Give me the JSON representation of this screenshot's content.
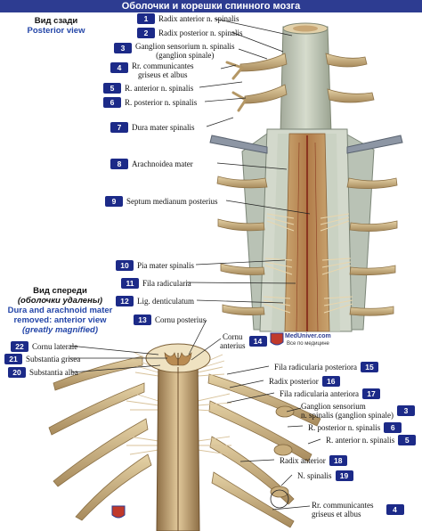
{
  "title": "Оболочки и корешки спинного мозга",
  "views": {
    "top": {
      "ru": "Вид сзади",
      "en": "Posterior view"
    },
    "bottom": {
      "ru1": "Вид спереди",
      "ru2": "(оболочки удалены)",
      "en1": "Dura and arachnoid mater",
      "en2": "removed: anterior view",
      "en3": "(greatly magnified)"
    }
  },
  "watermark": {
    "text1": "MedUniver.com",
    "text2": "Все по медицине"
  },
  "labels": [
    {
      "n": "1",
      "text": "Radix anterior n. spinalis"
    },
    {
      "n": "2",
      "text": "Radix posterior n. spinalis"
    },
    {
      "n": "3",
      "text": "Ganglion sensorium n. spinalis",
      "text2": "(ganglion spinale)"
    },
    {
      "n": "4",
      "text": "Rr. communicantes",
      "text2": "griseus et albus"
    },
    {
      "n": "5",
      "text": "R. anterior n. spinalis"
    },
    {
      "n": "6",
      "text": "R. posterior n. spinalis"
    },
    {
      "n": "7",
      "text": "Dura mater spinalis"
    },
    {
      "n": "8",
      "text": "Arachnoidea mater"
    },
    {
      "n": "9",
      "text": "Septum medianum posterius"
    },
    {
      "n": "10",
      "text": "Pia mater spinalis"
    },
    {
      "n": "11",
      "text": "Fila radicularia"
    },
    {
      "n": "12",
      "text": "Lig. denticulatum"
    },
    {
      "n": "13",
      "text": "Cornu posterius"
    },
    {
      "n": "14",
      "text": "Cornu",
      "text2": "anterius"
    },
    {
      "n": "15",
      "text": "Fila radicularia posteriora"
    },
    {
      "n": "16",
      "text": "Radix posterior"
    },
    {
      "n": "17",
      "text": "Fila radicularia anteriora"
    },
    {
      "n": "3",
      "text": "Ganglion sensorium",
      "text2": "n. spinalis (ganglion spinale)"
    },
    {
      "n": "6",
      "text": "R. posterior n. spinalis"
    },
    {
      "n": "5",
      "text": "R. anterior n. spinalis"
    },
    {
      "n": "18",
      "text": "Radix anterior"
    },
    {
      "n": "19",
      "text": "N. spinalis"
    },
    {
      "n": "4",
      "text": "Rr. communicantes",
      "text2": "griseus et albus"
    },
    {
      "n": "22",
      "text": "Cornu laterale"
    },
    {
      "n": "21",
      "text": "Substantia grisea"
    },
    {
      "n": "20",
      "text": "Substantia alba"
    }
  ]
}
